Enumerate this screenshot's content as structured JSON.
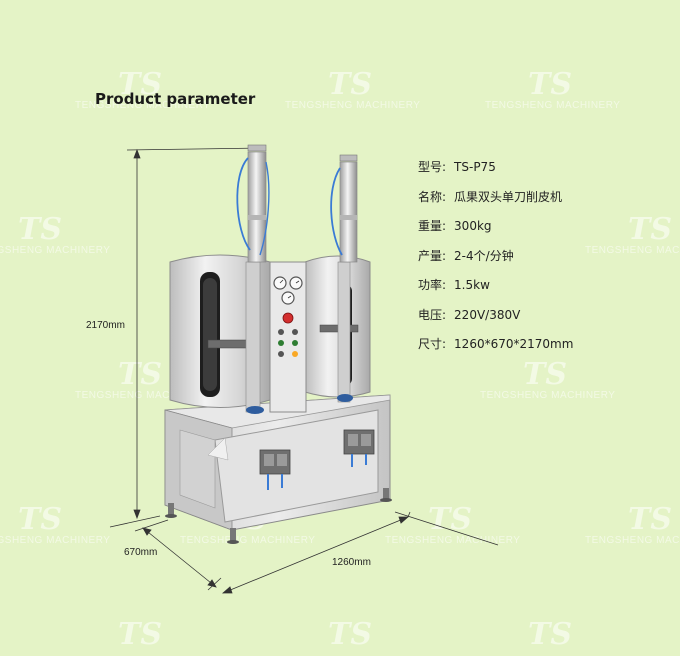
{
  "title": "Product parameter",
  "watermark": {
    "logo": "TS",
    "text": "TENGSHENG MACHINERY"
  },
  "specs": [
    {
      "label": "型号:",
      "value": "TS-P75"
    },
    {
      "label": "名称:",
      "value": "瓜果双头单刀削皮机"
    },
    {
      "label": "重量:",
      "value": "300kg"
    },
    {
      "label": "产量:",
      "value": "2-4个/分钟"
    },
    {
      "label": "功率:",
      "value": "1.5kw"
    },
    {
      "label": "电压:",
      "value": "220V/380V"
    },
    {
      "label": "尺寸:",
      "value": "1260*670*2170mm"
    }
  ],
  "dimensions": {
    "height": "2170mm",
    "depth": "670mm",
    "width": "1260mm"
  },
  "colors": {
    "background": "#e4f3c6",
    "steel": "#d9d9d9",
    "hose": "#3a7bd5",
    "emergency_button": "#d32f2f"
  }
}
